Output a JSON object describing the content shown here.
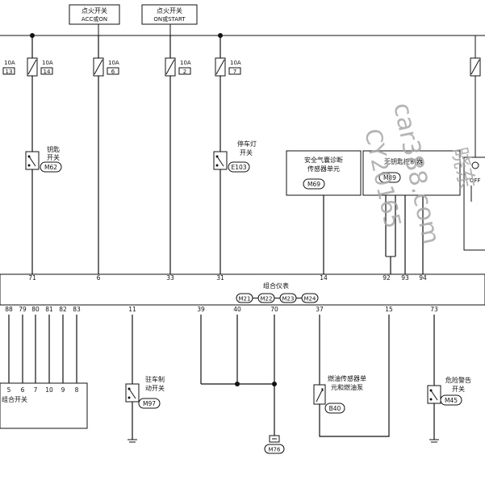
{
  "top_labels": {
    "ign_acc_on": [
      "点火开关",
      "ACC或ON"
    ],
    "ign_on_start": [
      "点火开关",
      "ON或START"
    ]
  },
  "fuses": [
    {
      "rating": "10A",
      "no": "13"
    },
    {
      "rating": "10A",
      "no": "14"
    },
    {
      "rating": "10A",
      "no": "6"
    },
    {
      "rating": "10A",
      "no": "2"
    },
    {
      "rating": "10A",
      "no": "7"
    }
  ],
  "components": {
    "key_switch": {
      "label": [
        "钥匙",
        "开关"
      ],
      "conn": "M62"
    },
    "stop_lamp_switch": {
      "label": [
        "停车灯",
        "开关"
      ],
      "conn": "E103"
    },
    "airbag_unit": {
      "label": [
        "安全气囊诊断",
        "传感器单元"
      ],
      "conn": "M69"
    },
    "keyless_unit": {
      "label": "无钥匙控制器",
      "conn": "M89"
    },
    "combo_switch": {
      "label": "组合开关"
    },
    "parking_brake_switch": {
      "label": [
        "驻车制",
        "动开关"
      ],
      "conn": "M97"
    },
    "fuel_sensor": {
      "label": [
        "燃油传感器单",
        "元和燃油泵"
      ],
      "conn": "B40"
    },
    "hazard_switch": {
      "label": [
        "危险警告",
        "开关"
      ],
      "conn": "M45"
    },
    "ground": {
      "conn": "M76"
    },
    "right_switch": {
      "label": "OFF"
    }
  },
  "meter": {
    "label": "组合仪表",
    "conns": [
      "M21",
      "M22",
      "M23",
      "M24"
    ]
  },
  "meter_top_pins": [
    "71",
    "6",
    "33",
    "31",
    "14",
    "92",
    "93",
    "94"
  ],
  "meter_bottom_pins": [
    "88",
    "79",
    "80",
    "81",
    "82",
    "83",
    "11",
    "39",
    "40",
    "70",
    "37",
    "15",
    "73"
  ],
  "combo_pins": [
    "5",
    "6",
    "7",
    "10",
    "9",
    "8"
  ],
  "watermarks": [
    "car388.com",
    "CY20165",
    "晓东"
  ]
}
